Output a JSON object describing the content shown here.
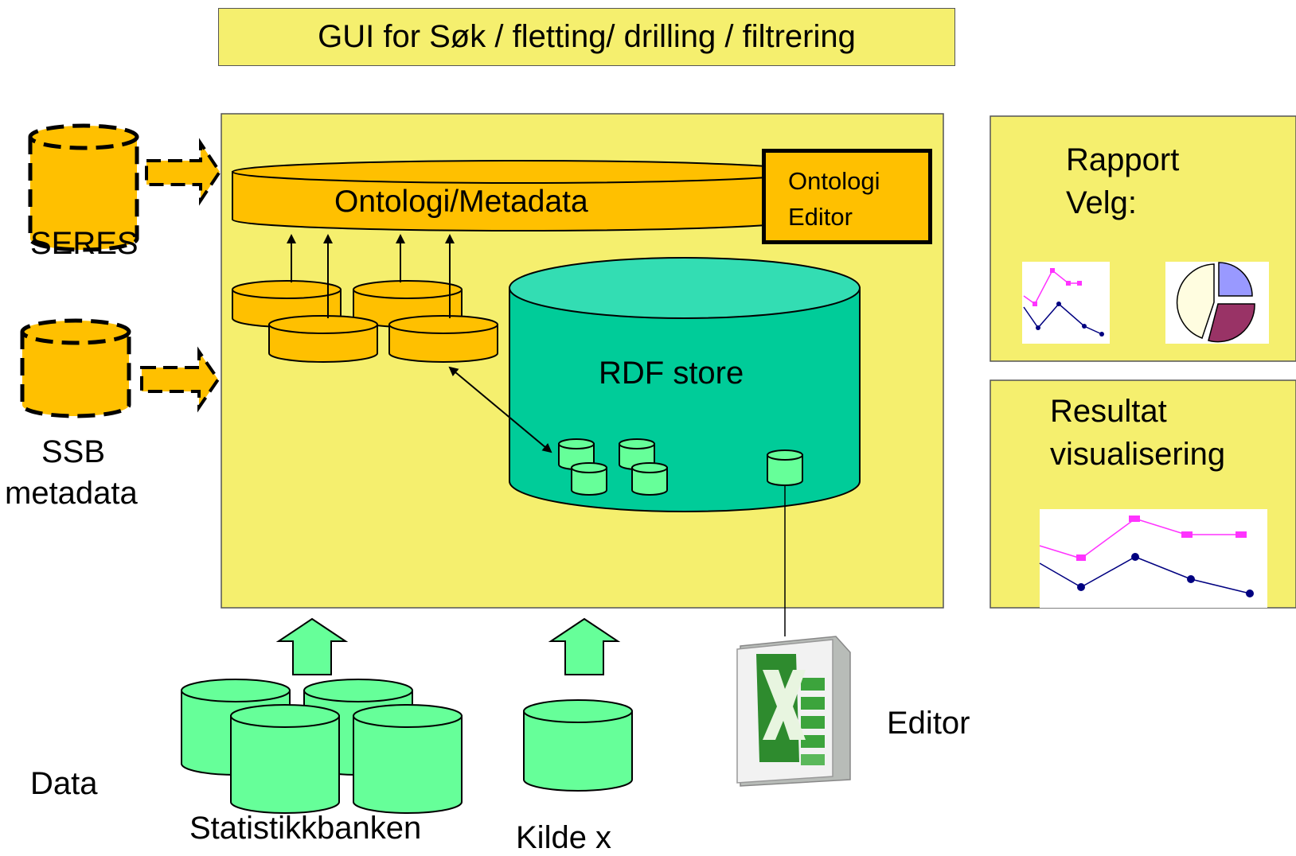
{
  "gui": {
    "title": "GUI for Søk / fletting/ drilling / filtrering"
  },
  "ontology": {
    "label": "Ontologi/Metadata"
  },
  "ontology_editor": {
    "line1": "Ontologi",
    "line2": "Editor"
  },
  "rdf_store": {
    "label": "RDF store"
  },
  "sources": {
    "seres": "SERES",
    "ssb_line1": "SSB",
    "ssb_line2": "metadata"
  },
  "report": {
    "line1": "Rapport",
    "line2": "Velg:"
  },
  "result": {
    "line1": "Resultat",
    "line2": "visualisering"
  },
  "data": {
    "label": "Data",
    "statistikkbanken": "Statistikkbanken",
    "kilde_x": "Kilde x",
    "editor": "Editor"
  },
  "colors": {
    "panel_yellow": "#f5ef6e",
    "metadata_orange": "#ffc000",
    "store_teal": "#00cc99",
    "store_top": "#33ddb3",
    "data_green": "#66ff99",
    "line_pink": "#ff33ff",
    "line_navy": "#000080"
  },
  "icons": [
    "excel-icon",
    "line-chart-icon",
    "pie-chart-icon"
  ]
}
